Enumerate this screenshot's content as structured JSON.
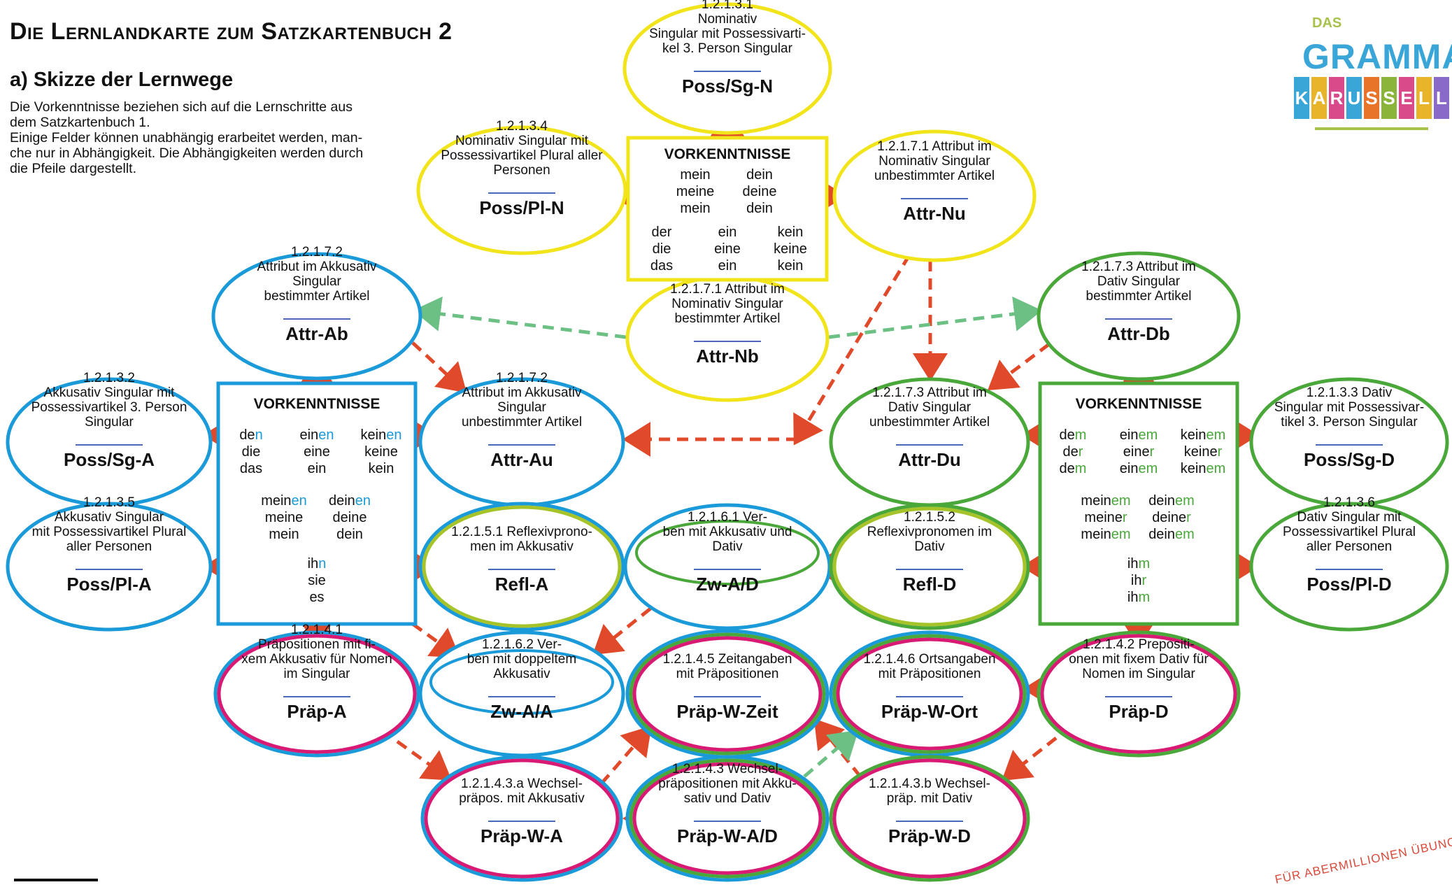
{
  "header": {
    "title": "Die Lernlandkarte zum Satzkartenbuch 2",
    "subtitle": "a) Skizze der Lernwege",
    "intro_lines": [
      "Die Vorkenntnisse beziehen sich auf die Lernschritte aus",
      "dem Satzkartenbuch 1.",
      "Einige Felder können unabhängig erarbeitet werden, man-",
      "che nur in Abhängigkeit. Die Abhängigkeiten werden durch",
      "die Pfeile dargestellt."
    ]
  },
  "logo": {
    "das": "DAS",
    "grammatik": "GRAMMATIK",
    "karussell": [
      "K",
      "A",
      "R",
      "U",
      "S",
      "S",
      "E",
      "L",
      "L"
    ]
  },
  "stamp": "FÜR ABERMILLIONEN ÜBUNGEN",
  "colors": {
    "yellow": "#f2e41a",
    "blue": "#1a9ad8",
    "green": "#4aa83a",
    "magenta": "#d81a74",
    "lime": "#a6c42a",
    "arrow_red": "#e04a2a",
    "arrow_green": "#6cc084",
    "rule": "#4a6ab8",
    "ending_blue": "#1a9ad8",
    "ending_green": "#4aa83a"
  },
  "nodes": [
    {
      "id": "n1",
      "lines": [
        "1.2.1.3.1",
        "Nominativ",
        "Singular mit Possessivarti-",
        "kel 3. Person Singular"
      ],
      "code": "Poss/Sg-N"
    },
    {
      "id": "n2",
      "lines": [
        "1.2.1.3.4",
        "Nominativ Singular mit",
        "Possessivartikel Plural aller",
        "Personen"
      ],
      "code": "Poss/Pl-N"
    },
    {
      "id": "n3",
      "lines": [
        "1.2.1.7.1  Attribut im",
        "Nominativ Singular",
        "unbestimmter Artikel"
      ],
      "code": "Attr-Nu"
    },
    {
      "id": "n4",
      "lines": [
        "1.2.1.7.1  Attribut im",
        "Nominativ Singular",
        "bestimmter Artikel"
      ],
      "code": "Attr-Nb"
    },
    {
      "id": "n5",
      "lines": [
        "1.2.1.7.2",
        "Attribut im  Akkusativ",
        "Singular",
        "bestimmter Artikel"
      ],
      "code": "Attr-Ab"
    },
    {
      "id": "n6",
      "lines": [
        "1.2.1.7.3  Attribut im",
        "Dativ Singular",
        "bestimmter Artikel"
      ],
      "code": "Attr-Db"
    },
    {
      "id": "n7",
      "lines": [
        "1.2.1.3.2",
        "Akkusativ Singular mit",
        "Possessivartikel 3. Person",
        "Singular"
      ],
      "code": "Poss/Sg-A"
    },
    {
      "id": "n8",
      "lines": [
        "1.2.1.7.2",
        "Attribut im  Akkusativ",
        "Singular",
        "unbestimmter Artikel"
      ],
      "code": "Attr-Au"
    },
    {
      "id": "n9",
      "lines": [
        "1.2.1.7.3  Attribut im",
        "Dativ Singular",
        "unbestimmter Artikel"
      ],
      "code": "Attr-Du"
    },
    {
      "id": "n10",
      "lines": [
        "1.2.1.3.3  Dativ",
        "Singular mit Possessivar-",
        "tikel 3. Person Singular"
      ],
      "code": "Poss/Sg-D"
    },
    {
      "id": "n11",
      "lines": [
        "1.2.1.3.5",
        "Akkusativ Singular",
        "mit Possessivartikel Plural",
        "aller Personen"
      ],
      "code": "Poss/Pl-A"
    },
    {
      "id": "n12",
      "lines": [
        "1.2.1.5.1  Reflexivprono-",
        "men im Akkusativ"
      ],
      "code": "Refl-A"
    },
    {
      "id": "n13",
      "lines": [
        "1.2.1.6.1  Ver-",
        "ben mit Akkusativ und",
        "Dativ"
      ],
      "code": "Zw-A/D"
    },
    {
      "id": "n14",
      "lines": [
        "1.2.1.5.2",
        "Reflexivpronomen im",
        "Dativ"
      ],
      "code": "Refl-D"
    },
    {
      "id": "n15",
      "lines": [
        "1.2.1.3.6",
        "Dativ Singular mit",
        "Possessivartikel Plural",
        "aller Personen"
      ],
      "code": "Poss/Pl-D"
    },
    {
      "id": "n16",
      "lines": [
        "1.2.1.4.1",
        "Präpositionen mit fi-",
        "xem Akkusativ für Nomen",
        "im Singular"
      ],
      "code": "Präp-A"
    },
    {
      "id": "n17",
      "lines": [
        "1.2.1.6.2  Ver-",
        "ben mit doppeltem",
        "Akkusativ"
      ],
      "code": "Zw-A/A"
    },
    {
      "id": "n18",
      "lines": [
        "1.2.1.4.5  Zeitangaben",
        "mit Präpositionen"
      ],
      "code": "Präp-W-Zeit"
    },
    {
      "id": "n19",
      "lines": [
        "1.2.1.4.6  Ortsangaben",
        "mit Präpositionen"
      ],
      "code": "Präp-W-Ort"
    },
    {
      "id": "n20",
      "lines": [
        "1.2.1.4.2  Prepositi-",
        "onen mit fixem Dativ für",
        "Nomen im Singular"
      ],
      "code": "Präp-D"
    },
    {
      "id": "n21",
      "lines": [
        "1.2.1.4.3.a  Wechsel-",
        "präpos. mit Akkusativ"
      ],
      "code": "Präp-W-A"
    },
    {
      "id": "n22",
      "lines": [
        "1.2.1.4.3  Wechsel-",
        "präpositionen mit Akku-",
        "sativ und Dativ"
      ],
      "code": "Präp-W-A/D"
    },
    {
      "id": "n23",
      "lines": [
        "1.2.1.4.3.b  Wechsel-",
        "präp.  mit Dativ"
      ],
      "code": "Präp-W-D"
    }
  ],
  "boxes": {
    "top": {
      "heading": "VORKENNTNISSE",
      "poss": [
        [
          "mein",
          "dein"
        ],
        [
          "meine",
          "deine"
        ],
        [
          "mein",
          "dein"
        ]
      ],
      "articles": [
        [
          "der",
          "ein",
          "kein"
        ],
        [
          "die",
          "eine",
          "keine"
        ],
        [
          "das",
          "ein",
          "kein"
        ]
      ]
    },
    "left": {
      "heading": "VORKENNTNISSE",
      "articles": [
        [
          [
            "de",
            "n"
          ],
          [
            "ein",
            "en"
          ],
          [
            "kein",
            "en"
          ]
        ],
        [
          [
            "die",
            ""
          ],
          [
            "eine",
            ""
          ],
          [
            "keine",
            ""
          ]
        ],
        [
          [
            "das",
            ""
          ],
          [
            "ein",
            ""
          ],
          [
            "kein",
            ""
          ]
        ]
      ],
      "poss": [
        [
          [
            "mein",
            "en"
          ],
          [
            "dein",
            "en"
          ]
        ],
        [
          [
            "meine",
            ""
          ],
          [
            "deine",
            ""
          ]
        ],
        [
          [
            "mein",
            ""
          ],
          [
            "dein",
            ""
          ]
        ]
      ],
      "pron": [
        [
          "ih",
          "n"
        ],
        [
          "sie",
          ""
        ],
        [
          "es",
          ""
        ]
      ]
    },
    "right": {
      "heading": "VORKENNTNISSE",
      "articles": [
        [
          [
            "de",
            "m"
          ],
          [
            "ein",
            "em"
          ],
          [
            "kein",
            "em"
          ]
        ],
        [
          [
            "de",
            "r"
          ],
          [
            "eine",
            "r"
          ],
          [
            "keine",
            "r"
          ]
        ],
        [
          [
            "de",
            "m"
          ],
          [
            "ein",
            "em"
          ],
          [
            "kein",
            "em"
          ]
        ]
      ],
      "poss": [
        [
          [
            "mein",
            "em"
          ],
          [
            "dein",
            "em"
          ]
        ],
        [
          [
            "meine",
            "r"
          ],
          [
            "deine",
            "r"
          ]
        ],
        [
          [
            "mein",
            "em"
          ],
          [
            "dein",
            "em"
          ]
        ]
      ],
      "pron": [
        [
          "ih",
          "m"
        ],
        [
          "ih",
          "r"
        ],
        [
          "ih",
          "m"
        ]
      ]
    }
  }
}
